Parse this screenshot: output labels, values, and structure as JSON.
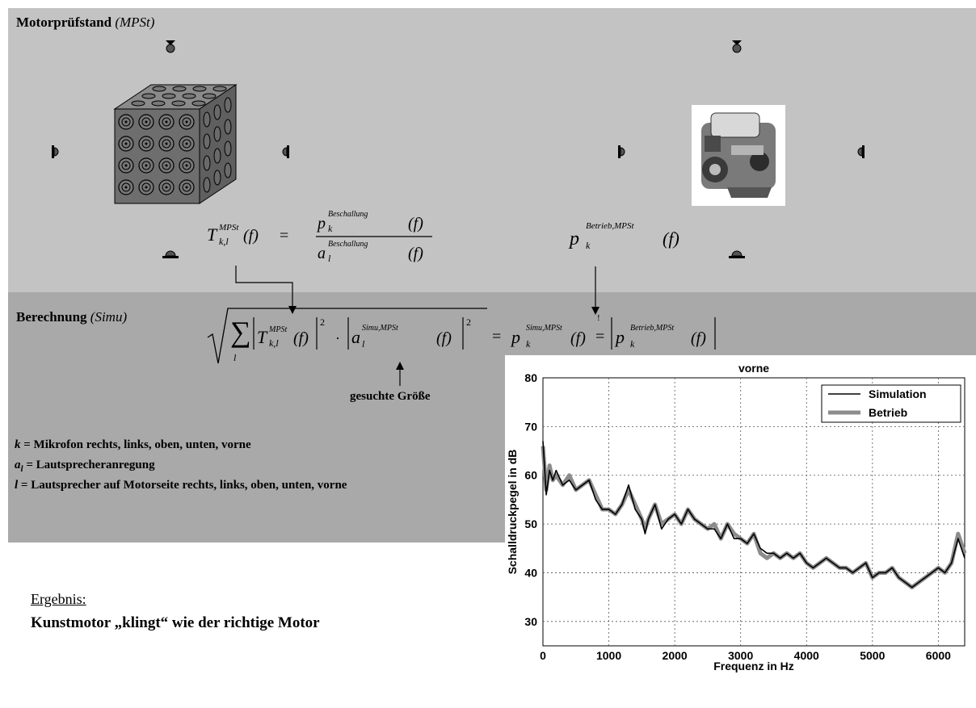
{
  "top_section": {
    "title_bold": "Motorprüfstand",
    "title_italic": "(MPSt)"
  },
  "mid_section": {
    "title_bold": "Berechnung",
    "title_italic": "(Simu)"
  },
  "formula_transfer": {
    "T": "T",
    "T_sup": "MPSt",
    "T_sub": "k,l",
    "arg": "(f)",
    "eq": "=",
    "num": "p",
    "num_sup": "Beschallung",
    "num_sub": "k",
    "den": "a",
    "den_sup": "Beschallung",
    "den_sub": "l"
  },
  "formula_operation": {
    "p": "p",
    "p_sup": "Betrieb,MPSt",
    "p_sub": "k",
    "arg": "(f)"
  },
  "formula_main": {
    "sum_sub": "l",
    "T_sup": "MPSt",
    "T_sub": "k,l",
    "a_sup": "Simu,MPSt",
    "a_sub": "l",
    "p_sim_sup": "Simu,MPSt",
    "p_sub": "k",
    "p_op_sup": "Betrieb,MPSt",
    "excl": "!",
    "arg": "(f)",
    "sq": "2",
    "dot": "·",
    "eq": "="
  },
  "searched_label": "gesuchte Größe",
  "definitions": [
    {
      "sym": "k",
      "text": " = Mikrofon rechts, links, oben, unten, vorne"
    },
    {
      "sym": "a",
      "sub": "l",
      "text": " = Lautsprecheranregung"
    },
    {
      "sym": "l",
      "text": " = Lautsprecher auf Motorseite rechts, links, oben, unten, vorne"
    }
  ],
  "result": {
    "heading": "Ergebnis:",
    "text": "Kunstmotor „klingt“ wie der richtige Motor"
  },
  "colors": {
    "panel_top": "#c3c3c3",
    "panel_mid": "#a9a9a9",
    "sim_line": "#000000",
    "op_line": "#8c8c8c"
  },
  "icons": [
    "microphone-icon",
    "loudspeaker-cube-icon",
    "engine-photo-icon"
  ],
  "chart_data": {
    "type": "line",
    "title": "vorne",
    "xlabel": "Frequenz in Hz",
    "ylabel": "Schalldruckpegel in dB",
    "xlim": [
      0,
      6400
    ],
    "ylim": [
      25,
      80
    ],
    "xticks": [
      0,
      1000,
      2000,
      3000,
      4000,
      5000,
      6000
    ],
    "yticks": [
      30,
      40,
      50,
      60,
      70,
      80
    ],
    "grid": true,
    "legend_position": "top-right",
    "series": [
      {
        "name": "Simulation",
        "x": [
          0,
          50,
          100,
          150,
          200,
          300,
          400,
          500,
          600,
          700,
          800,
          900,
          1000,
          1100,
          1200,
          1300,
          1400,
          1500,
          1550,
          1600,
          1700,
          1800,
          1900,
          2000,
          2100,
          2200,
          2300,
          2400,
          2500,
          2600,
          2700,
          2800,
          2900,
          3000,
          3100,
          3200,
          3300,
          3400,
          3500,
          3600,
          3700,
          3800,
          3900,
          4000,
          4100,
          4200,
          4300,
          4400,
          4500,
          4600,
          4700,
          4800,
          4900,
          5000,
          5100,
          5200,
          5300,
          5400,
          5500,
          5600,
          5700,
          5800,
          5900,
          6000,
          6100,
          6200,
          6300,
          6400
        ],
        "y": [
          67,
          56,
          61,
          59,
          61,
          58,
          59,
          57,
          58,
          59,
          55,
          53,
          53,
          52,
          54,
          58,
          53,
          51,
          48,
          51,
          54,
          49,
          51,
          52,
          50,
          53,
          51,
          50,
          49,
          49,
          47,
          50,
          47,
          47,
          46,
          48,
          45,
          44,
          44,
          43,
          44,
          43,
          44,
          42,
          41,
          42,
          43,
          42,
          41,
          41,
          40,
          41,
          42,
          39,
          40,
          40,
          41,
          39,
          38,
          37,
          38,
          39,
          40,
          41,
          40,
          42,
          47,
          43
        ]
      },
      {
        "name": "Betrieb",
        "x": [
          0,
          50,
          100,
          150,
          200,
          300,
          400,
          500,
          600,
          700,
          800,
          900,
          1000,
          1100,
          1200,
          1300,
          1400,
          1500,
          1550,
          1600,
          1700,
          1800,
          1900,
          2000,
          2100,
          2200,
          2300,
          2400,
          2500,
          2600,
          2700,
          2800,
          2900,
          3000,
          3100,
          3200,
          3300,
          3400,
          3500,
          3600,
          3700,
          3800,
          3900,
          4000,
          4100,
          4200,
          4300,
          4400,
          4500,
          4600,
          4700,
          4800,
          4900,
          5000,
          5100,
          5200,
          5300,
          5400,
          5500,
          5600,
          5700,
          5800,
          5900,
          6000,
          6100,
          6200,
          6300,
          6400
        ],
        "y": [
          66,
          57,
          62,
          59,
          60,
          58,
          60,
          57,
          58,
          59,
          56,
          53,
          53,
          52,
          54,
          57,
          54,
          51,
          49,
          51,
          54,
          50,
          51,
          52,
          50,
          53,
          51,
          50,
          49,
          50,
          47,
          50,
          48,
          47,
          46,
          48,
          44,
          43,
          44,
          43,
          44,
          43,
          44,
          42,
          41,
          42,
          43,
          42,
          41,
          41,
          40,
          41,
          42,
          39,
          40,
          40,
          41,
          39,
          38,
          37,
          38,
          39,
          40,
          41,
          40,
          42,
          48,
          44
        ]
      }
    ]
  }
}
